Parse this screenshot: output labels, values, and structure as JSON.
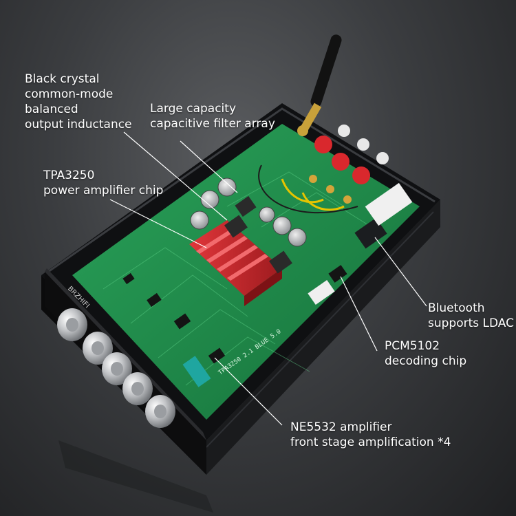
{
  "image_alt": "Black amplifier board with green PCB, red heatsink, antenna and control knobs",
  "pcb_silkscreen": "TPA3250 2.1 BLUE 5.0",
  "front_brand": "BRZHIFI",
  "callouts": {
    "inductance": [
      "Black crystal",
      "common-mode",
      "balanced",
      "output inductance"
    ],
    "capacitor": [
      "Large capacity",
      "capacitive filter array"
    ],
    "chip": [
      "TPA3250",
      "power amplifier chip"
    ],
    "bluetooth": [
      "Bluetooth",
      "supports LDAC"
    ],
    "decoder": [
      "PCM5102",
      "decoding chip"
    ],
    "opamp": [
      "NE5532 amplifier",
      "front stage amplification *4"
    ]
  },
  "colors": {
    "pcb": "#1f8a4a",
    "heatsink": "#c8262b",
    "chassis": "#111214",
    "background": "#3b3d40",
    "text": "#ffffff"
  }
}
